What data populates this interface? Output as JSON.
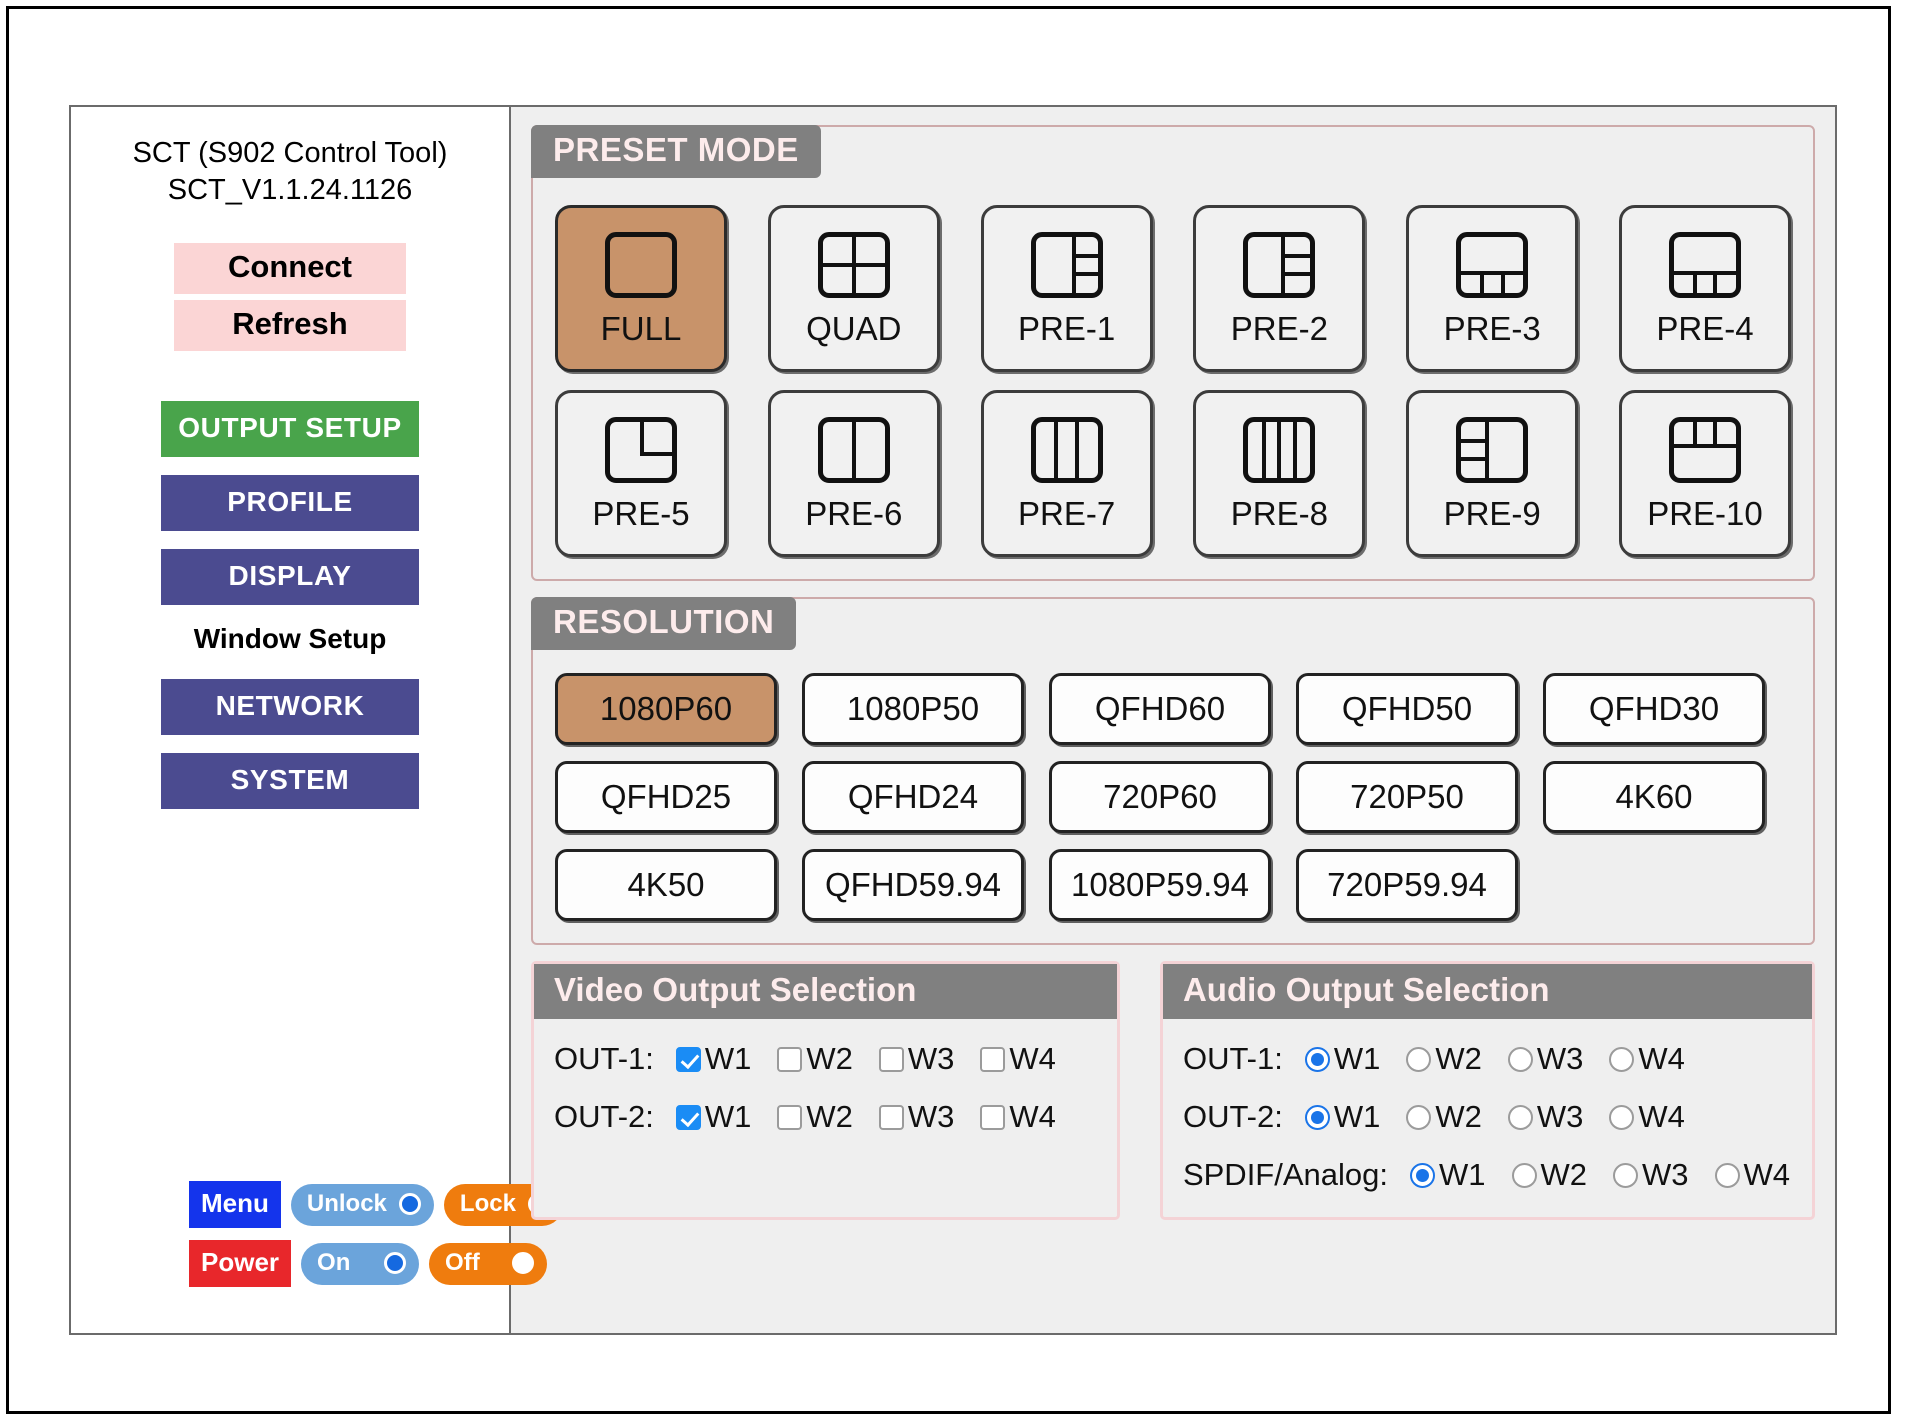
{
  "sidebar": {
    "app_title": "SCT (S902 Control Tool)\nSCT_V1.1.24.1126",
    "connect_label": "Connect",
    "refresh_label": "Refresh",
    "nav_items": [
      {
        "label": "OUTPUT SETUP",
        "color": "#49a44b"
      },
      {
        "label": "PROFILE",
        "color": "#4b4b90"
      },
      {
        "label": "DISPLAY",
        "color": "#4b4b90"
      }
    ],
    "window_setup_label": "Window Setup",
    "nav_items2": [
      {
        "label": "NETWORK",
        "color": "#4b4b90"
      },
      {
        "label": "SYSTEM",
        "color": "#4b4b90"
      }
    ],
    "controls": [
      {
        "tag": "Menu",
        "tag_color": "#1434ec",
        "on_label": "Unlock",
        "on_selected": true,
        "off_label": "Lock",
        "off_selected": false
      },
      {
        "tag": "Power",
        "tag_color": "#e8272b",
        "on_label": "On",
        "on_selected": true,
        "off_label": "Off",
        "off_selected": false
      }
    ]
  },
  "preset": {
    "header": "PRESET MODE",
    "items": [
      {
        "label": "FULL",
        "icon": "layout-full",
        "selected": true
      },
      {
        "label": "QUAD",
        "icon": "layout-quad",
        "selected": false
      },
      {
        "label": "PRE-1",
        "icon": "layout-pre1",
        "selected": false
      },
      {
        "label": "PRE-2",
        "icon": "layout-pre2",
        "selected": false
      },
      {
        "label": "PRE-3",
        "icon": "layout-pre3",
        "selected": false
      },
      {
        "label": "PRE-4",
        "icon": "layout-pre4",
        "selected": false
      },
      {
        "label": "PRE-5",
        "icon": "layout-pre5",
        "selected": false
      },
      {
        "label": "PRE-6",
        "icon": "layout-pre6",
        "selected": false
      },
      {
        "label": "PRE-7",
        "icon": "layout-pre7",
        "selected": false
      },
      {
        "label": "PRE-8",
        "icon": "layout-pre8",
        "selected": false
      },
      {
        "label": "PRE-9",
        "icon": "layout-pre9",
        "selected": false
      },
      {
        "label": "PRE-10",
        "icon": "layout-pre10",
        "selected": false
      }
    ]
  },
  "resolution": {
    "header": "RESOLUTION",
    "items": [
      {
        "label": "1080P60",
        "selected": true
      },
      {
        "label": "1080P50",
        "selected": false
      },
      {
        "label": "QFHD60",
        "selected": false
      },
      {
        "label": "QFHD50",
        "selected": false
      },
      {
        "label": "QFHD30",
        "selected": false
      },
      {
        "label": "QFHD25",
        "selected": false
      },
      {
        "label": "QFHD24",
        "selected": false
      },
      {
        "label": "720P60",
        "selected": false
      },
      {
        "label": "720P50",
        "selected": false
      },
      {
        "label": "4K60",
        "selected": false
      },
      {
        "label": "4K50",
        "selected": false
      },
      {
        "label": "QFHD59.94",
        "selected": false
      },
      {
        "label": "1080P59.94",
        "selected": false
      },
      {
        "label": "720P59.94",
        "selected": false
      }
    ]
  },
  "video_output": {
    "header": "Video Output Selection",
    "rows": [
      {
        "label": "OUT-1:",
        "options": [
          {
            "label": "W1",
            "checked": true
          },
          {
            "label": "W2",
            "checked": false
          },
          {
            "label": "W3",
            "checked": false
          },
          {
            "label": "W4",
            "checked": false
          }
        ]
      },
      {
        "label": "OUT-2:",
        "options": [
          {
            "label": "W1",
            "checked": true
          },
          {
            "label": "W2",
            "checked": false
          },
          {
            "label": "W3",
            "checked": false
          },
          {
            "label": "W4",
            "checked": false
          }
        ]
      }
    ]
  },
  "audio_output": {
    "header": "Audio Output Selection",
    "rows": [
      {
        "label": "OUT-1:",
        "options": [
          {
            "label": "W1",
            "checked": true
          },
          {
            "label": "W2",
            "checked": false
          },
          {
            "label": "W3",
            "checked": false
          },
          {
            "label": "W4",
            "checked": false
          }
        ]
      },
      {
        "label": "OUT-2:",
        "options": [
          {
            "label": "W1",
            "checked": true
          },
          {
            "label": "W2",
            "checked": false
          },
          {
            "label": "W3",
            "checked": false
          },
          {
            "label": "W4",
            "checked": false
          }
        ]
      },
      {
        "label": "SPDIF/Analog:",
        "options": [
          {
            "label": "W1",
            "checked": true
          },
          {
            "label": "W2",
            "checked": false
          },
          {
            "label": "W3",
            "checked": false
          },
          {
            "label": "W4",
            "checked": false
          }
        ]
      }
    ]
  },
  "colors": {
    "selected_button": "#c8936a",
    "accent_green": "#49a44b",
    "accent_purple": "#4b4b90",
    "header_gray": "#808080",
    "pink_button": "#fbd5d5"
  }
}
